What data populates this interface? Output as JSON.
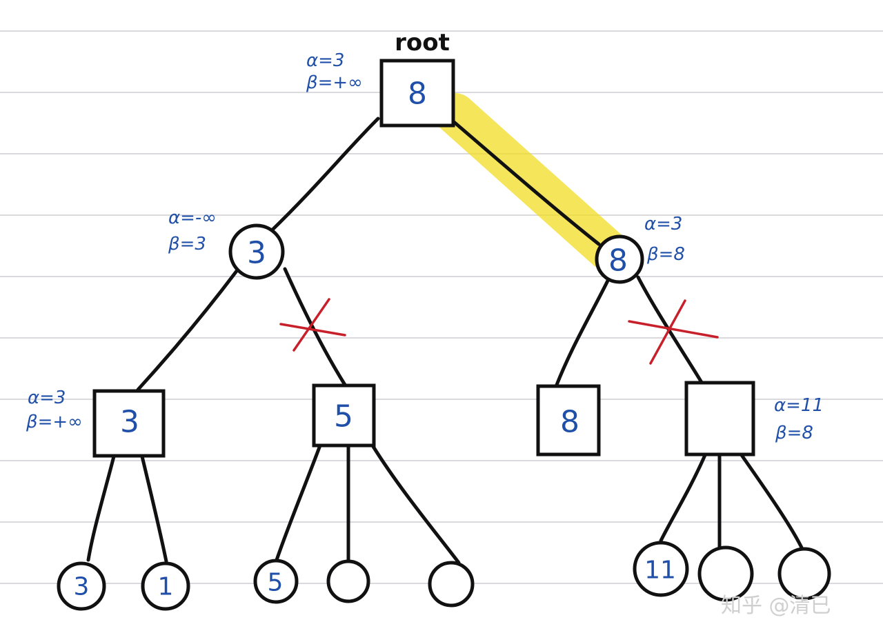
{
  "root_label": "root",
  "nodes": {
    "root": {
      "value": "8",
      "alpha": "α=3",
      "beta": "β=+∞"
    },
    "min_left": {
      "value": "3",
      "alpha": "α=-∞",
      "beta": "β=3"
    },
    "min_right": {
      "value": "8",
      "alpha": "α=3",
      "beta": "β=8"
    },
    "max_ll": {
      "value": "3",
      "alpha": "α=3",
      "beta": "β=+∞"
    },
    "max_lr": {
      "value": "5"
    },
    "max_rl": {
      "value": "8"
    },
    "max_rr": {
      "value": "",
      "alpha": "α=11",
      "beta": "β=8"
    }
  },
  "leaves": [
    "3",
    "1",
    "5",
    "",
    "",
    "11",
    "",
    ""
  ],
  "highlight_color": "#f2dc1c",
  "prune_color": "#c8202a",
  "watermark": "知乎 @清已"
}
